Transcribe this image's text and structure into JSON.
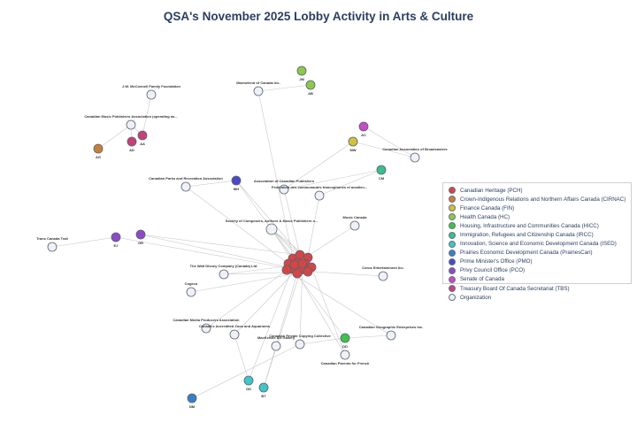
{
  "title": "QSA's November 2025 Lobby Activity in Arts & Culture",
  "legend": [
    {
      "label": "Canadian Heritage (PCH)",
      "color": "#d64545"
    },
    {
      "label": "Crown-Indigenous Relations and Northern Affairs Canada (CIRNAC)",
      "color": "#c87f3a"
    },
    {
      "label": "Finance Canada (FIN)",
      "color": "#d1c23a"
    },
    {
      "label": "Health Canada (HC)",
      "color": "#8cc84b"
    },
    {
      "label": "Housing, Infrastructure and Communities Canada (HICC)",
      "color": "#3fc24a"
    },
    {
      "label": "Immigration, Refugees and Citizenship Canada (IRCC)",
      "color": "#3dbd8c"
    },
    {
      "label": "Innovation, Science and Economic Development Canada (ISED)",
      "color": "#3fc6c6"
    },
    {
      "label": "Prairies Economic Development Canada (PrairiesCan)",
      "color": "#3a7fc4"
    },
    {
      "label": "Prime Minister's Office (PMO)",
      "color": "#4a4ac8"
    },
    {
      "label": "Privy Council Office (PCO)",
      "color": "#8c4ac8"
    },
    {
      "label": "Senate of Canada",
      "color": "#c84ac4"
    },
    {
      "label": "Treasury Board Of Canada Secretariat (TBS)",
      "color": "#c8407a"
    },
    {
      "label": "Organization",
      "color": "#eef2f7"
    }
  ],
  "nodes": [
    {
      "id": "jw",
      "label": "J.W. McConnell Family Foundation",
      "group": "Organization",
      "color": "#eef2f7"
    },
    {
      "id": "cmpa",
      "label": "Canadian Music Publishers Association (operating as...",
      "group": "Organization",
      "color": "#eef2f7"
    },
    {
      "id": "marm",
      "label": "Marmelend of Canada Inc.",
      "group": "Organization",
      "color": "#eef2f7"
    },
    {
      "id": "cab",
      "label": "Canadian Association of Broadcasters",
      "group": "Organization",
      "color": "#eef2f7"
    },
    {
      "id": "cpra",
      "label": "Canadian Parks and Recreation Association",
      "group": "Organization",
      "color": "#eef2f7"
    },
    {
      "id": "acp",
      "label": "Association of Canadian Publishers",
      "group": "Organization",
      "color": "#eef2f7"
    },
    {
      "id": "fed",
      "label": "Fédération des communautés francophones et acadien...",
      "group": "Organization",
      "color": "#eef2f7"
    },
    {
      "id": "socan",
      "label": "Society of Composers, Authors & Music Publishers o...",
      "group": "Organization",
      "color": "#eef2f7"
    },
    {
      "id": "mc",
      "label": "Music Canada",
      "group": "Organization",
      "color": "#eef2f7"
    },
    {
      "id": "tct",
      "label": "Trans Canada Trail",
      "group": "Organization",
      "color": "#eef2f7"
    },
    {
      "id": "wd",
      "label": "The Walt Disney Company (Canada) Ltd.",
      "group": "Organization",
      "color": "#eef2f7"
    },
    {
      "id": "corus",
      "label": "Corus Entertainment Inc.",
      "group": "Organization",
      "color": "#eef2f7"
    },
    {
      "id": "cogeco",
      "label": "Cogeco",
      "group": "Organization",
      "color": "#eef2f7"
    },
    {
      "id": "cmpa2",
      "label": "Canadian Media Producers Association",
      "group": "Organization",
      "color": "#eef2f7"
    },
    {
      "id": "caza",
      "label": "Canada's Accredited Zoos and Aquariums",
      "group": "Organization",
      "color": "#eef2f7"
    },
    {
      "id": "cpcc",
      "label": "Canadian Private Copying Collective",
      "group": "Organization",
      "color": "#eef2f7"
    },
    {
      "id": "mackenzie",
      "label": "MacKenzie Art Gallery",
      "group": "Organization",
      "color": "#eef2f7"
    },
    {
      "id": "cge",
      "label": "Canadian Geographic Enterprises Inc.",
      "group": "Organization",
      "color": "#eef2f7"
    },
    {
      "id": "cpf",
      "label": "Canadian Parents for French",
      "group": "Organization",
      "color": "#eef2f7"
    },
    {
      "id": "ag",
      "label": "AG",
      "group": "Crown-Indigenous Relations and Northern Affairs Canada (CIRNAC)",
      "color": "#c87f3a"
    },
    {
      "id": "ad",
      "label": "AD",
      "group": "Treasury Board Of Canada Secretariat (TBS)",
      "color": "#c8407a"
    },
    {
      "id": "aa",
      "label": "AA",
      "group": "Treasury Board Of Canada Secretariat (TBS)",
      "color": "#c8407a"
    },
    {
      "id": "jm",
      "label": "JM",
      "group": "Health Canada (HC)",
      "color": "#8cc84b"
    },
    {
      "id": "ab",
      "label": "AB",
      "group": "Health Canada (HC)",
      "color": "#8cc84b"
    },
    {
      "id": "ac",
      "label": "AC",
      "group": "Senate of Canada",
      "color": "#c84ac4"
    },
    {
      "id": "mw",
      "label": "MW",
      "group": "Finance Canada (FIN)",
      "color": "#d1c23a"
    },
    {
      "id": "cm",
      "label": "CM",
      "group": "Immigration, Refugees and Citizenship Canada (IRCC)",
      "color": "#3dbd8c"
    },
    {
      "id": "mh",
      "label": "MH",
      "group": "Prime Minister's Office (PMO)",
      "color": "#4a4ac8"
    },
    {
      "id": "ej",
      "label": "EJ",
      "group": "Privy Council Office (PCO)",
      "color": "#8c4ac8"
    },
    {
      "id": "gr",
      "label": "GR",
      "group": "Privy Council Office (PCO)",
      "color": "#8c4ac8"
    },
    {
      "id": "dd",
      "label": "DD",
      "group": "Housing, Infrastructure and Communities Canada (HICC)",
      "color": "#3fc24a"
    },
    {
      "id": "gd",
      "label": "GD",
      "group": "Innovation, Science and Economic Development Canada (ISED)",
      "color": "#3fc6c6"
    },
    {
      "id": "bt",
      "label": "BT",
      "group": "Innovation, Science and Economic Development Canada (ISED)",
      "color": "#3fc6c6"
    },
    {
      "id": "nm",
      "label": "NM",
      "group": "Prairies Economic Development Canada (PrairiesCan)",
      "color": "#3a7fc4"
    },
    {
      "id": "p1",
      "label": "",
      "group": "Canadian Heritage (PCH)",
      "color": "#d64545"
    },
    {
      "id": "p2",
      "label": "",
      "group": "Canadian Heritage (PCH)",
      "color": "#d64545"
    },
    {
      "id": "p3",
      "label": "",
      "group": "Canadian Heritage (PCH)",
      "color": "#d64545"
    },
    {
      "id": "p4",
      "label": "",
      "group": "Canadian Heritage (PCH)",
      "color": "#d64545"
    },
    {
      "id": "p5",
      "label": "",
      "group": "Canadian Heritage (PCH)",
      "color": "#d64545"
    },
    {
      "id": "p6",
      "label": "",
      "group": "Canadian Heritage (PCH)",
      "color": "#d64545"
    },
    {
      "id": "p7",
      "label": "",
      "group": "Canadian Heritage (PCH)",
      "color": "#d64545"
    },
    {
      "id": "p8",
      "label": "",
      "group": "Canadian Heritage (PCH)",
      "color": "#d64545"
    },
    {
      "id": "p9",
      "label": "",
      "group": "Canadian Heritage (PCH)",
      "color": "#d64545"
    },
    {
      "id": "p10",
      "label": "",
      "group": "Canadian Heritage (PCH)",
      "color": "#d64545"
    },
    {
      "id": "p11",
      "label": "",
      "group": "Canadian Heritage (PCH)",
      "color": "#d64545"
    },
    {
      "id": "p12",
      "label": "",
      "group": "Canadian Heritage (PCH)",
      "color": "#d64545"
    },
    {
      "id": "p13",
      "label": "",
      "group": "Canadian Heritage (PCH)",
      "color": "#d64545"
    },
    {
      "id": "p14",
      "label": "",
      "group": "Canadian Heritage (PCH)",
      "color": "#d64545"
    }
  ],
  "edges": [
    [
      "jw",
      "aa"
    ],
    [
      "cmpa",
      "aa"
    ],
    [
      "cmpa",
      "ad"
    ],
    [
      "cmpa",
      "ag"
    ],
    [
      "marm",
      "ab"
    ],
    [
      "marm",
      "p1"
    ],
    [
      "cab",
      "mw"
    ],
    [
      "cab",
      "ac"
    ],
    [
      "acp",
      "mw"
    ],
    [
      "acp",
      "cm"
    ],
    [
      "acp",
      "p2"
    ],
    [
      "fed",
      "cm"
    ],
    [
      "fed",
      "p3"
    ],
    [
      "cpra",
      "mh"
    ],
    [
      "cpra",
      "p4"
    ],
    [
      "socan",
      "mh"
    ],
    [
      "socan",
      "p1"
    ],
    [
      "socan",
      "p2"
    ],
    [
      "socan",
      "p3"
    ],
    [
      "socan",
      "p5"
    ],
    [
      "socan",
      "p6"
    ],
    [
      "socan",
      "p12"
    ],
    [
      "mh",
      "p7"
    ],
    [
      "mc",
      "p5"
    ],
    [
      "tct",
      "ej"
    ],
    [
      "ej",
      "p8"
    ],
    [
      "gr",
      "p2"
    ],
    [
      "gr",
      "p9"
    ],
    [
      "wd",
      "p6"
    ],
    [
      "wd",
      "p10"
    ],
    [
      "corus",
      "p11"
    ],
    [
      "cogeco",
      "p10"
    ],
    [
      "cmpa2",
      "p12"
    ],
    [
      "caza",
      "p13"
    ],
    [
      "caza",
      "gd"
    ],
    [
      "cpcc",
      "p13"
    ],
    [
      "cpcc",
      "dd"
    ],
    [
      "cpcc",
      "nm"
    ],
    [
      "mackenzie",
      "p14"
    ],
    [
      "mackenzie",
      "bt"
    ],
    [
      "cge",
      "p11"
    ],
    [
      "cge",
      "dd"
    ],
    [
      "cpf",
      "p14"
    ],
    [
      "cpf",
      "p7"
    ],
    [
      "bt",
      "p9"
    ],
    [
      "gd",
      "p8"
    ],
    [
      "dd",
      "p4"
    ]
  ]
}
